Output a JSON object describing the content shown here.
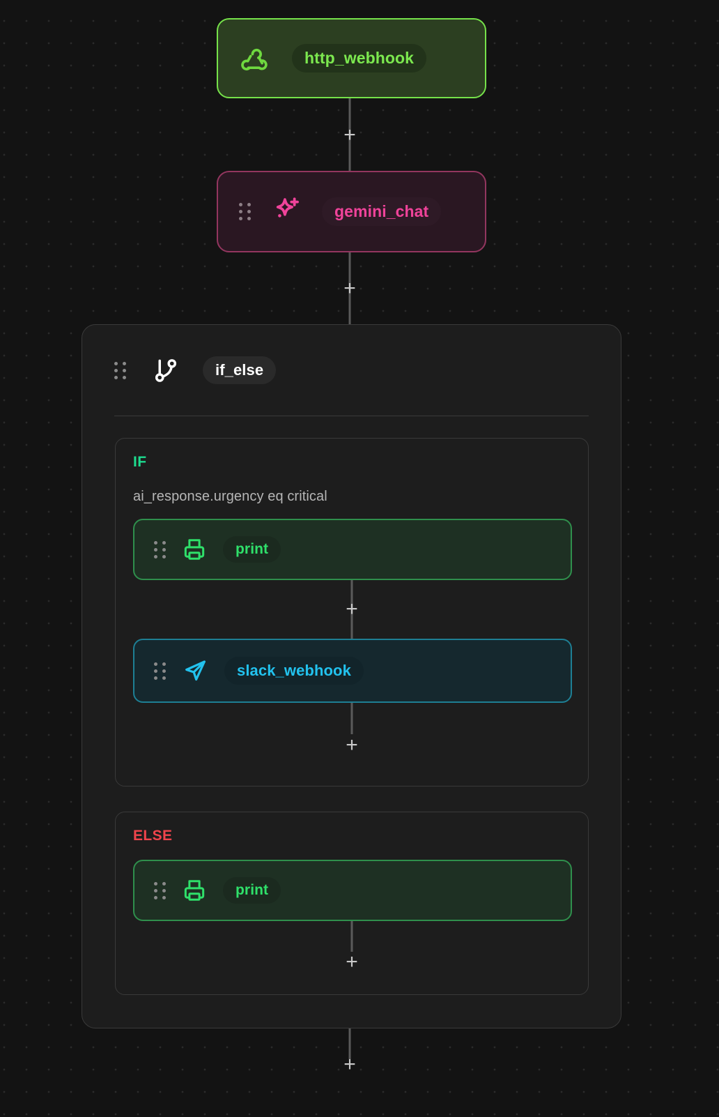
{
  "canvas": {
    "background_color": "#131313",
    "dot_color": "#2b2b2b"
  },
  "nodes": [
    {
      "id": "http_webhook",
      "label": "http_webhook",
      "icon": "webhook-icon",
      "accent_color": "#7ce84f",
      "border_color": "#76e24a",
      "fill_color": "#2c3f21",
      "has_drag_handle": false
    },
    {
      "id": "gemini_chat",
      "label": "gemini_chat",
      "icon": "sparkle-icon",
      "accent_color": "#f0439a",
      "border_color": "#93365f",
      "fill_color": "#2a1722",
      "has_drag_handle": true
    },
    {
      "id": "if_else",
      "label": "if_else",
      "icon": "git-branch-icon",
      "accent_color": "#ffffff",
      "border_color": "#3a3a3a",
      "fill_color": "#1d1d1d",
      "has_drag_handle": true
    }
  ],
  "if_else": {
    "title": "if_else",
    "branches": [
      {
        "key": "if",
        "label": "IF",
        "label_color": "#1ddb8e",
        "condition": "ai_response.urgency eq critical",
        "steps": [
          {
            "id": "print",
            "label": "print",
            "icon": "printer-icon",
            "accent_color": "#2fe06a",
            "border_color": "#2f8f4c",
            "fill_color": "#1e3023"
          },
          {
            "id": "slack_webhook",
            "label": "slack_webhook",
            "icon": "send-icon",
            "accent_color": "#22c2ee",
            "border_color": "#1e7f94",
            "fill_color": "#15282e"
          }
        ]
      },
      {
        "key": "else",
        "label": "ELSE",
        "label_color": "#f0444c",
        "condition": "",
        "steps": [
          {
            "id": "print",
            "label": "print",
            "icon": "printer-icon",
            "accent_color": "#2fe06a",
            "border_color": "#2f8f4c",
            "fill_color": "#1e3023"
          }
        ]
      }
    ]
  },
  "connectors": {
    "add_label": "+",
    "line_color": "#5a5a5a",
    "plus_color": "#c9c9c9",
    "count": 6
  }
}
